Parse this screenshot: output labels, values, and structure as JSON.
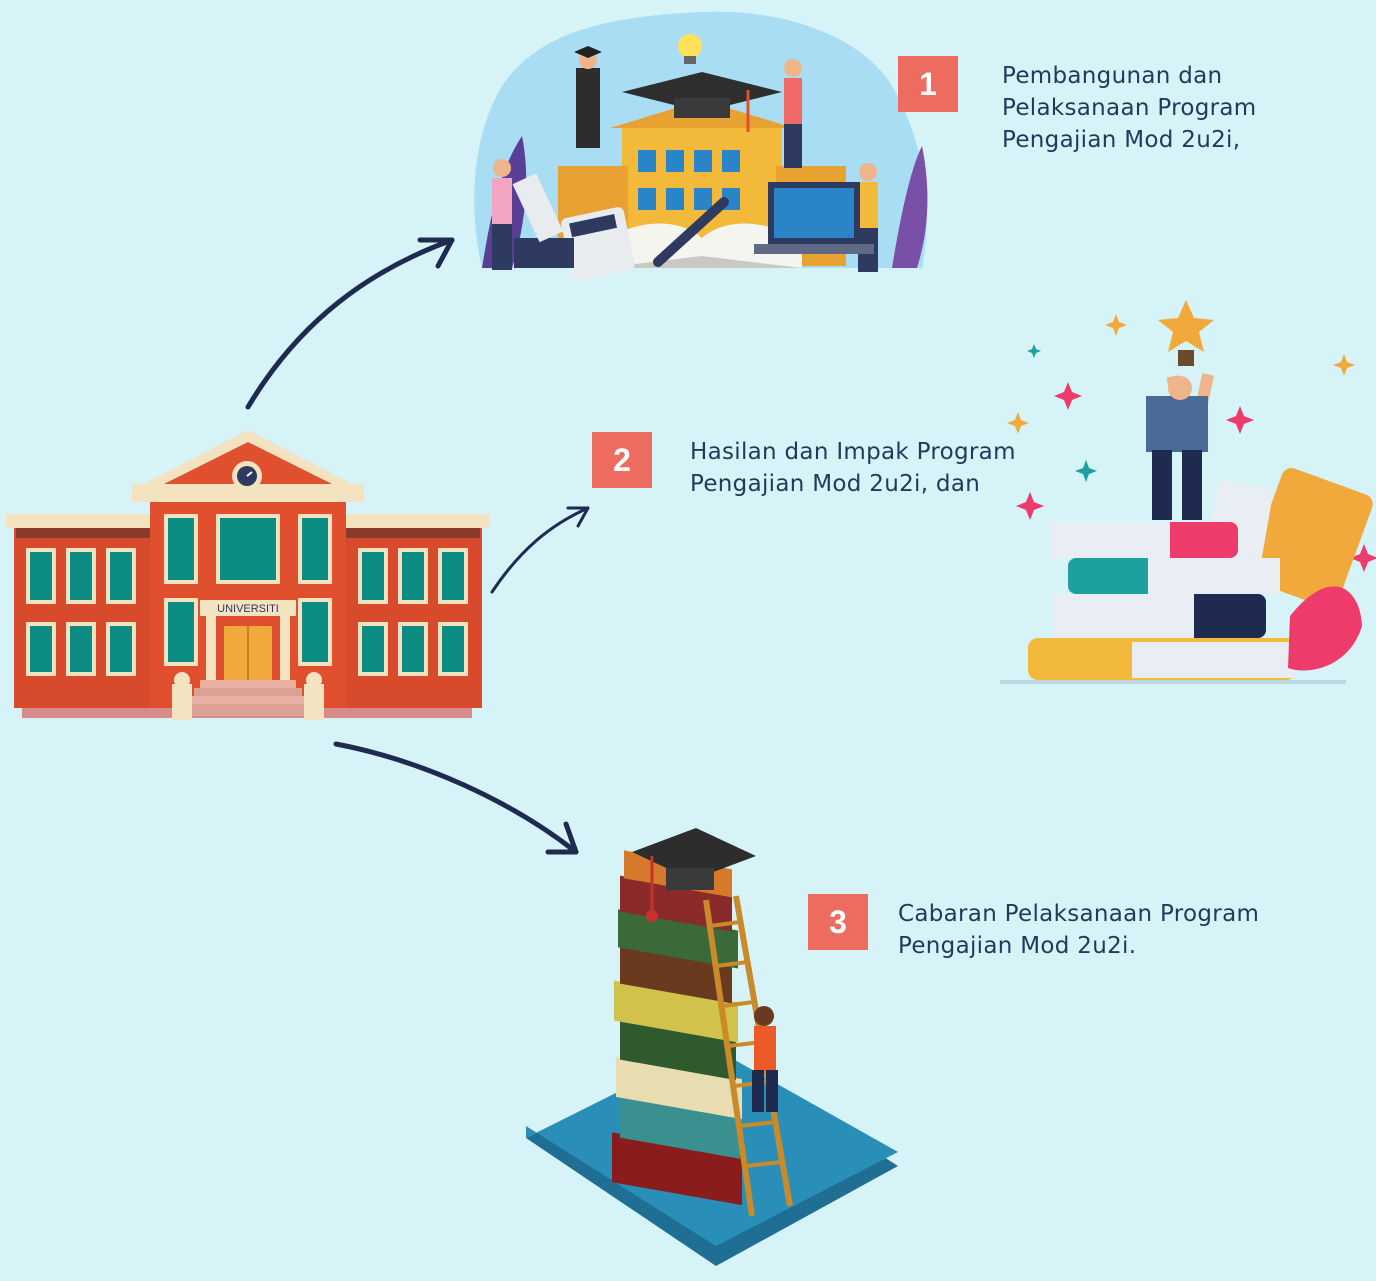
{
  "colors": {
    "background": "#d6f3f8",
    "badge": "#ed6b5f",
    "text": "#1f3a5a",
    "arrow": "#1e2a4f",
    "brick": "#d84a2c",
    "window": "#0d8c84"
  },
  "university": {
    "sign": "UNIVERSITI",
    "icon": "university-building-icon"
  },
  "steps": [
    {
      "number": "1",
      "lines": [
        "Pembangunan dan",
        "Pelaksanaan Program",
        "Pengajian Mod 2u2i,"
      ],
      "icon": "graduation-campus-illustration"
    },
    {
      "number": "2",
      "lines": [
        "Hasilan dan Impak Program",
        "Pengajian Mod 2u2i, dan"
      ],
      "icon": "trophy-on-books-illustration"
    },
    {
      "number": "3",
      "lines": [
        "Cabaran Pelaksanaan Program",
        "Pengajian Mod 2u2i."
      ],
      "icon": "ladder-book-stack-illustration"
    }
  ]
}
